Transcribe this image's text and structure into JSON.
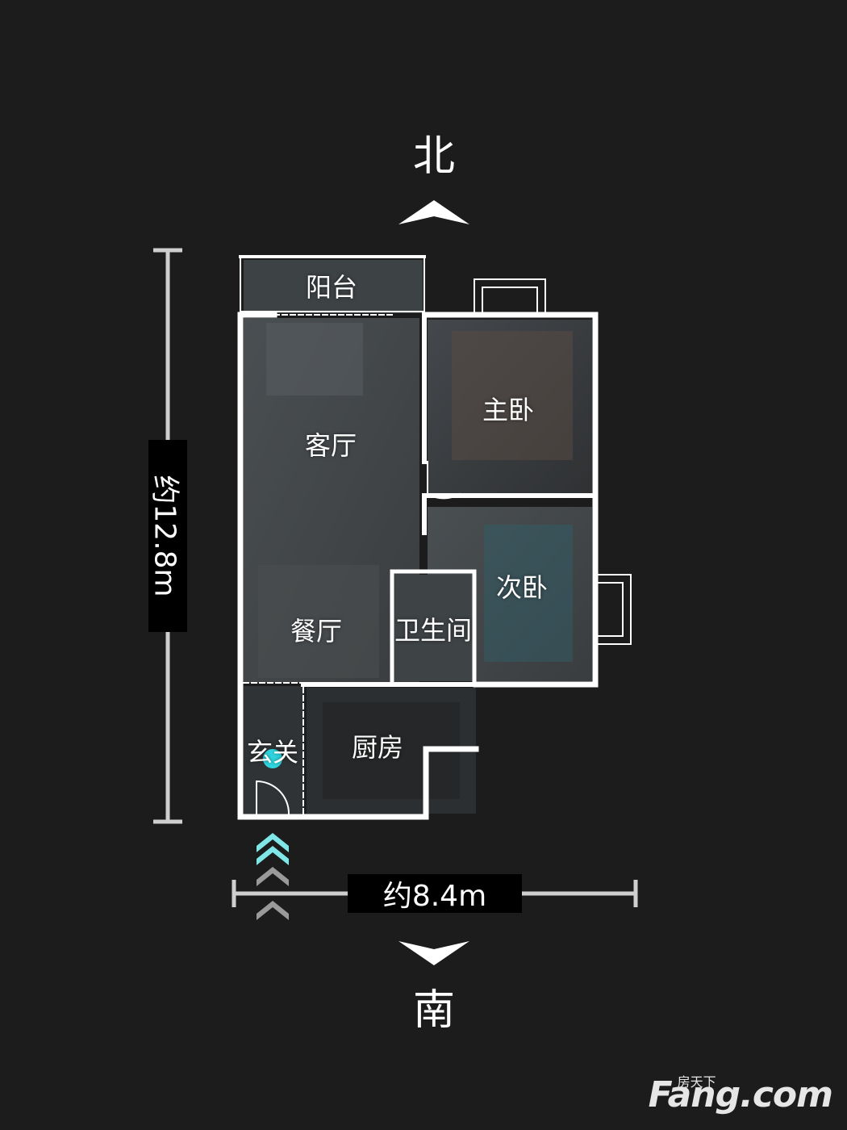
{
  "compass": {
    "north": "北",
    "south": "南"
  },
  "dimensions": {
    "width": "约8.4m",
    "height": "约12.8m"
  },
  "rooms": {
    "balcony": "阳台",
    "living_room": "客厅",
    "master_bedroom": "主卧",
    "second_bedroom": "次卧",
    "dining_room": "餐厅",
    "bathroom": "卫生间",
    "foyer": "玄关",
    "kitchen": "厨房"
  },
  "watermark": {
    "brand_small": "房天下",
    "brand_big": "Fang.com"
  },
  "colors": {
    "background": "#1c1c1c",
    "wall": "#ffffff",
    "entrance_arrow": "#7fe7e7",
    "position_dot": "#2fd6e0"
  },
  "icons": {
    "north_arrow": "chevron-up-icon",
    "south_arrow": "chevron-down-icon",
    "entrance": "double-chevron-up-icon",
    "location": "position-dot-icon"
  }
}
